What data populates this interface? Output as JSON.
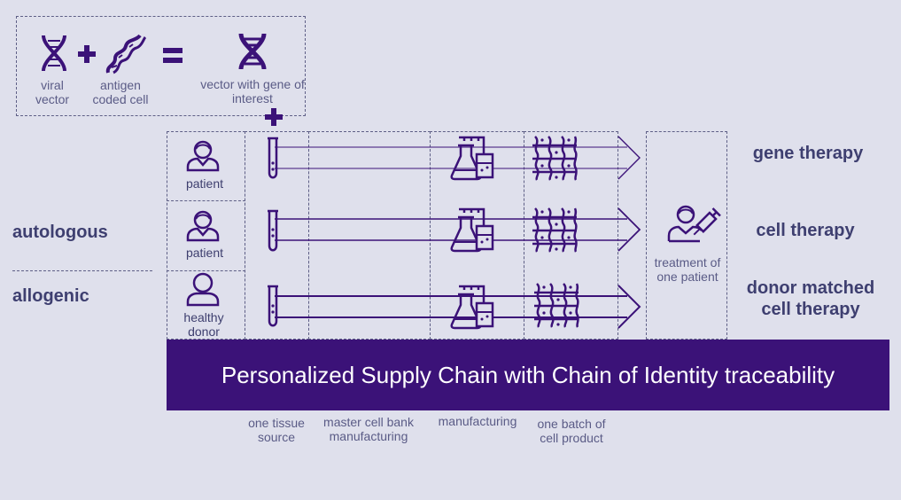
{
  "equation": {
    "item1": "viral vector",
    "item2": "antigen coded cell",
    "result": "vector with gene of interest"
  },
  "rows": [
    {
      "source_label": "patient",
      "therapy": "gene therapy"
    },
    {
      "source_label": "patient",
      "therapy": "cell therapy"
    },
    {
      "source_label": "healthy donor",
      "therapy": "donor matched cell therapy"
    }
  ],
  "categories": {
    "autologous": "autologous",
    "allogenic": "allogenic"
  },
  "treatment_label": "treatment of one patient",
  "banner": "Personalized Supply Chain with Chain of Identity traceability",
  "stages": [
    "one tissue source",
    "master cell bank manufacturing",
    "manufacturing",
    "one batch of cell product"
  ],
  "colors": {
    "primary": "#3b1278",
    "text": "#3e3f70",
    "background": "#dfe0ec"
  },
  "icons": [
    "dna-icon",
    "plus-icon",
    "equals-icon",
    "person-icon",
    "test-tube-icon",
    "flask-icon",
    "cell-grid-icon",
    "injection-icon",
    "arrow-icon"
  ]
}
